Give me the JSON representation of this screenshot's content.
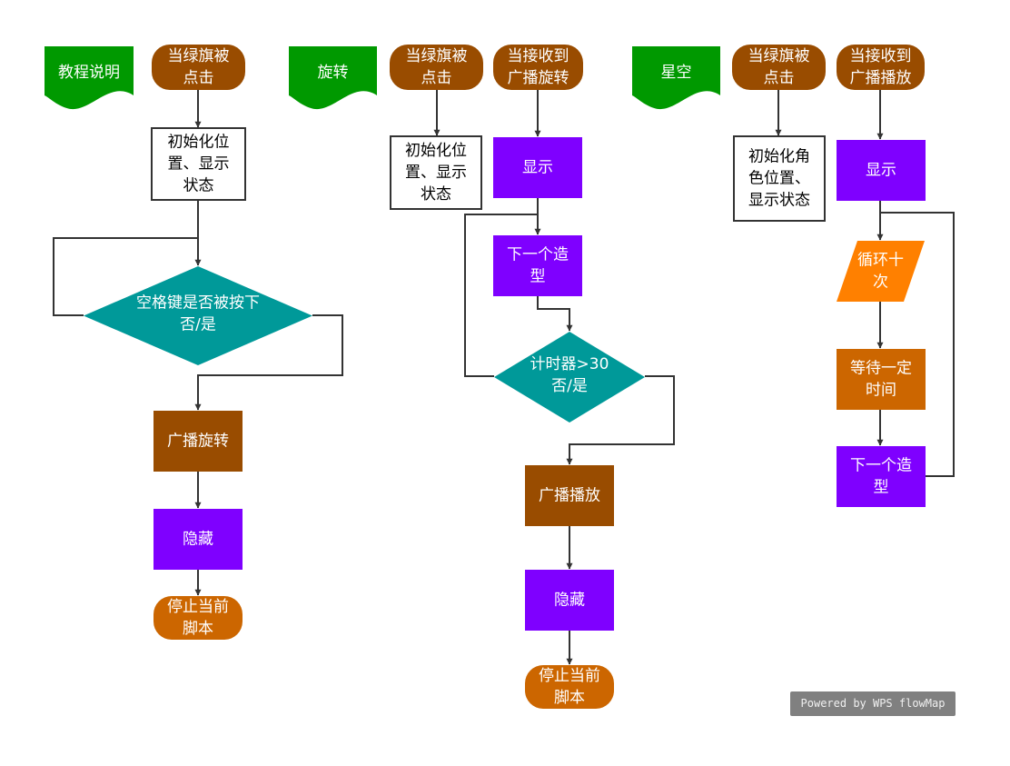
{
  "colors": {
    "doc_green": "#009900",
    "event_brown": "#994c00",
    "action_brown": "#994c00",
    "purple": "#7f00ff",
    "teal": "#009999",
    "orange": "#ff8000",
    "dark_orange": "#cc6600",
    "line": "#333333",
    "white": "#ffffff",
    "black": "#000000"
  },
  "diagrams": [
    {
      "title": "教程说明",
      "nodes": [
        {
          "id": "d1-start",
          "type": "pill",
          "text": [
            "当绿旗被",
            "点击"
          ],
          "fill": "event_brown"
        },
        {
          "id": "d1-init",
          "type": "box",
          "text": [
            "初始化位",
            "置、显示",
            "状态"
          ],
          "fill": "white"
        },
        {
          "id": "d1-decision",
          "type": "diamond",
          "text": [
            "空格键是否被按下",
            "否/是"
          ],
          "fill": "teal"
        },
        {
          "id": "d1-broadcast",
          "type": "rect",
          "text": [
            "广播旋转"
          ],
          "fill": "action_brown"
        },
        {
          "id": "d1-hide",
          "type": "rect",
          "text": [
            "隐藏"
          ],
          "fill": "purple"
        },
        {
          "id": "d1-stop",
          "type": "pill",
          "text": [
            "停止当前",
            "脚本"
          ],
          "fill": "dark_orange"
        }
      ]
    },
    {
      "title": "旋转",
      "nodes": [
        {
          "id": "d2-start",
          "type": "pill",
          "text": [
            "当绿旗被",
            "点击"
          ],
          "fill": "event_brown"
        },
        {
          "id": "d2-recv",
          "type": "pill",
          "text": [
            "当接收到",
            "广播旋转"
          ],
          "fill": "event_brown"
        },
        {
          "id": "d2-init",
          "type": "box",
          "text": [
            "初始化位",
            "置、显示",
            "状态"
          ],
          "fill": "white"
        },
        {
          "id": "d2-show",
          "type": "rect",
          "text": [
            "显示"
          ],
          "fill": "purple"
        },
        {
          "id": "d2-next",
          "type": "rect",
          "text": [
            "下一个造",
            "型"
          ],
          "fill": "purple"
        },
        {
          "id": "d2-decision",
          "type": "diamond",
          "text": [
            "计时器>30",
            "否/是"
          ],
          "fill": "teal"
        },
        {
          "id": "d2-broadcast",
          "type": "rect",
          "text": [
            "广播播放"
          ],
          "fill": "action_brown"
        },
        {
          "id": "d2-hide",
          "type": "rect",
          "text": [
            "隐藏"
          ],
          "fill": "purple"
        },
        {
          "id": "d2-stop",
          "type": "pill",
          "text": [
            "停止当前",
            "脚本"
          ],
          "fill": "dark_orange"
        }
      ]
    },
    {
      "title": "星空",
      "nodes": [
        {
          "id": "d3-start",
          "type": "pill",
          "text": [
            "当绿旗被",
            "点击"
          ],
          "fill": "event_brown"
        },
        {
          "id": "d3-recv",
          "type": "pill",
          "text": [
            "当接收到",
            "广播播放"
          ],
          "fill": "event_brown"
        },
        {
          "id": "d3-init",
          "type": "box",
          "text": [
            "初始化角",
            "色位置、",
            "显示状态"
          ],
          "fill": "white"
        },
        {
          "id": "d3-show",
          "type": "rect",
          "text": [
            "显示"
          ],
          "fill": "purple"
        },
        {
          "id": "d3-loop",
          "type": "parallelogram",
          "text": [
            "循环十",
            "次"
          ],
          "fill": "orange"
        },
        {
          "id": "d3-wait",
          "type": "rect",
          "text": [
            "等待一定",
            "时间"
          ],
          "fill": "dark_orange"
        },
        {
          "id": "d3-next",
          "type": "rect",
          "text": [
            "下一个造",
            "型"
          ],
          "fill": "purple"
        }
      ]
    }
  ],
  "watermark": "Powered by WPS flowMap"
}
